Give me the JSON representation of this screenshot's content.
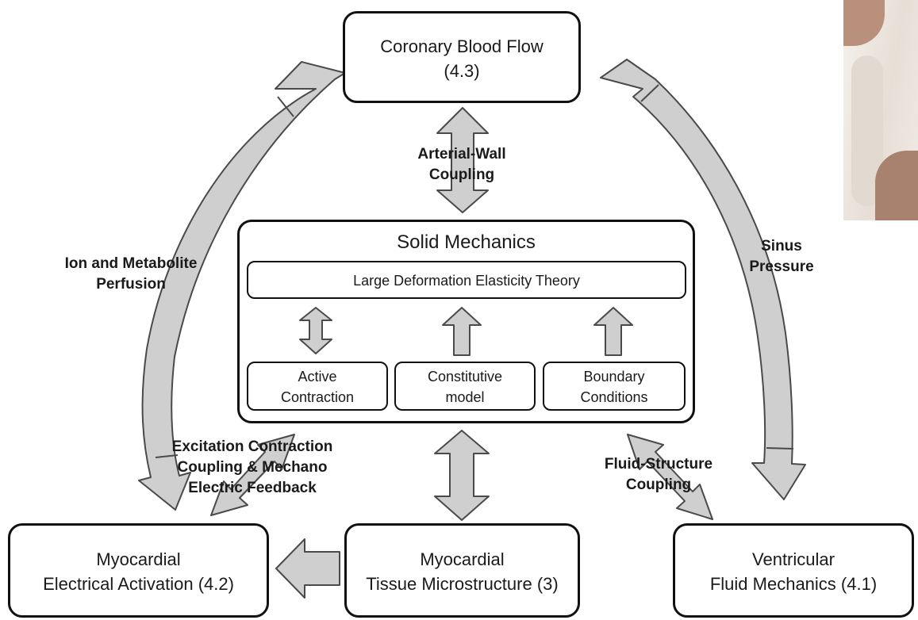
{
  "boxes": {
    "coronary": "Coronary Blood Flow\n(4.3)",
    "solid_title": "Solid Mechanics",
    "large_deformation": "Large Deformation Elasticity Theory",
    "active_contraction": "Active\nContraction",
    "constitutive_model": "Constitutive\nmodel",
    "boundary_conditions": "Boundary\nConditions",
    "electrical": "Myocardial\nElectrical Activation (4.2)",
    "microstructure": "Myocardial\nTissue Microstructure (3)",
    "fluid": "Ventricular\nFluid Mechanics (4.1)"
  },
  "labels": {
    "arterial_wall": "Arterial-Wall\nCoupling",
    "ion_metabolite": "Ion and Metabolite\nPerfusion",
    "sinus_pressure": "Sinus\nPressure",
    "excitation_contraction": "Excitation Contraction\nCoupling & Mechano\nElectric Feedback",
    "fluid_structure": "Fluid-Structure\nCoupling"
  },
  "colors": {
    "arrow_fill": "#cfcfcf",
    "arrow_stroke": "#4a4a4a",
    "box_border": "#111111"
  }
}
